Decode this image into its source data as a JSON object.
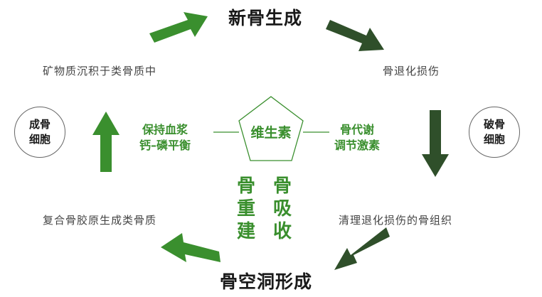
{
  "cycle": {
    "top": "新骨生成",
    "bottom": "骨空洞形成",
    "step_top_left": "矿物质沉积于类骨质中",
    "step_top_right": "骨退化损伤",
    "step_bottom_left": "复合骨胶原生成类骨质",
    "step_bottom_right": "清理退化损伤的骨组织"
  },
  "cells": {
    "left_line1": "成骨",
    "left_line2": "细胞",
    "right_line1": "破骨",
    "right_line2": "细胞"
  },
  "center": {
    "label": "维生素",
    "left_line1": "保持血浆",
    "left_line2": "钙–磷平衡",
    "right_line1": "骨代谢",
    "right_line2": "调节激素"
  },
  "vertical": {
    "left": [
      "骨",
      "重",
      "建"
    ],
    "right": [
      "骨",
      "吸",
      "收"
    ]
  },
  "colors": {
    "bright_green": "#3a8f2e",
    "dark_green": "#2f4f2a",
    "text_green": "#3a8f2e"
  }
}
